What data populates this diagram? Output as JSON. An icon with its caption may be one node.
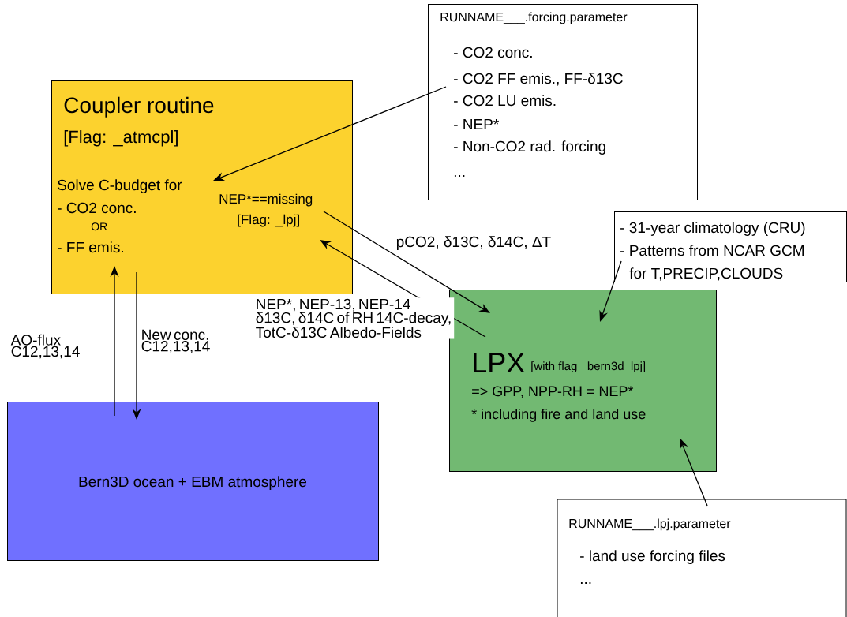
{
  "diagram": {
    "nodes": [
      {
        "text": [
          "RUNNAME___.forcing.parameter",
          "- CO2 conc.",
          "- CO2 FF emis., FF-δ13C",
          "- CO2 LU emis.",
          "- NEP*",
          "- Non-CO2 rad. forcing",
          "..."
        ]
      },
      {
        "text": [
          "Coupler routine",
          "[Flag: _atmcpl]",
          "Solve C-budget for",
          "- CO2 conc.",
          "OR",
          "- FF emis.",
          "NEP*==missing",
          "[Flag: _lpj]"
        ]
      },
      {
        "text": [
          "- 31-year climatology (CRU)",
          "- Patterns from NCAR GCM",
          "for T,PRECIP,CLOUDS"
        ]
      },
      {
        "text": [
          "LPX",
          "[with flag _bern3d_lpj]",
          "=> GPP, NPP-RH = NEP*",
          "* including fire and land use"
        ]
      },
      {
        "text": [
          "Bern3D ocean + EBM atmosphere"
        ]
      },
      {
        "text": [
          "RUNNAME___.lpj.parameter",
          "- land use forcing files",
          "..."
        ]
      }
    ],
    "edges": [
      {
        "from": 0,
        "to": 1,
        "arrow": "to"
      },
      {
        "from": 1,
        "to": 3,
        "arrow": "to",
        "label": "pCO2, δ13C, δ14C, ΔT"
      },
      {
        "from": 3,
        "to": 1,
        "arrow": "to",
        "label": "NEP*, NEP-13, NEP-14 δ13C, δ14C of RH 14C-decay, TotC-δ13C Albedo-Fields"
      },
      {
        "from": 4,
        "to": 1,
        "arrow": "to",
        "label": "AO-flux C12,13,14"
      },
      {
        "from": 1,
        "to": 4,
        "arrow": "to",
        "label": "New conc. C12,13,14"
      },
      {
        "from": 2,
        "to": 3,
        "arrow": "to"
      },
      {
        "from": 5,
        "to": 3,
        "arrow": "to"
      }
    ]
  }
}
